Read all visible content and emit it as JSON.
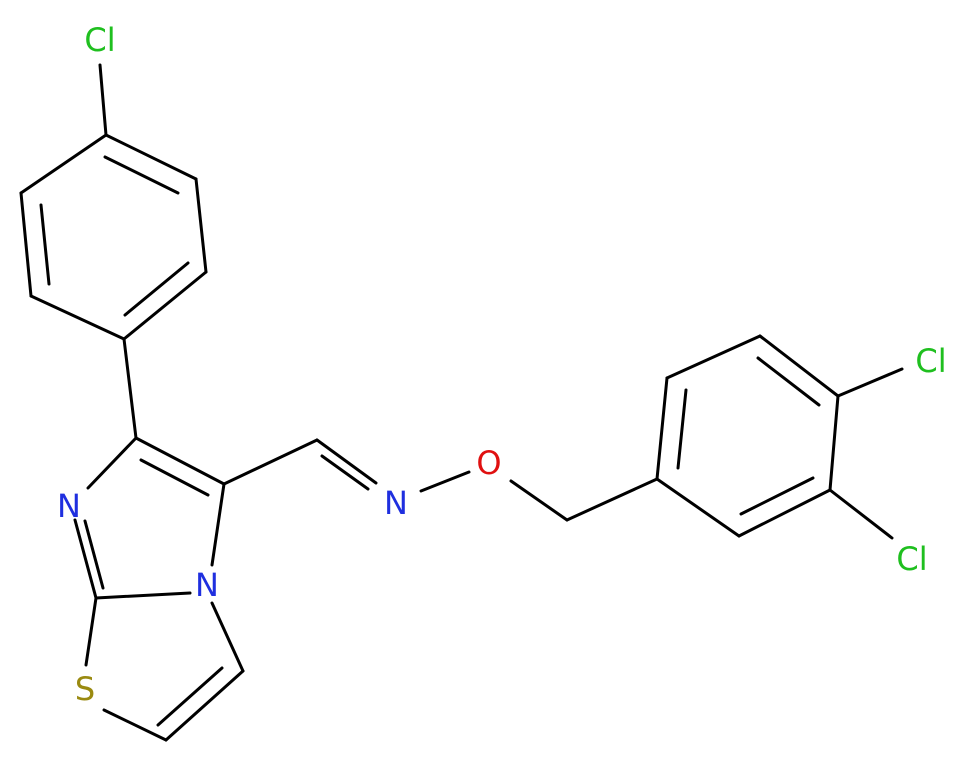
{
  "molecule": {
    "atoms": {
      "cl_top": "Cl",
      "n_ring": "N",
      "n_bridge": "N",
      "s_ring": "S",
      "n_oxime": "N",
      "o_oxime": "O",
      "cl_meta": "Cl",
      "cl_para": "Cl"
    },
    "colors": {
      "bond": "#000000",
      "chlorine": "#1fbf1f",
      "nitrogen": "#1f2fdf",
      "oxygen": "#e01010",
      "sulfur": "#9a8a10"
    }
  }
}
